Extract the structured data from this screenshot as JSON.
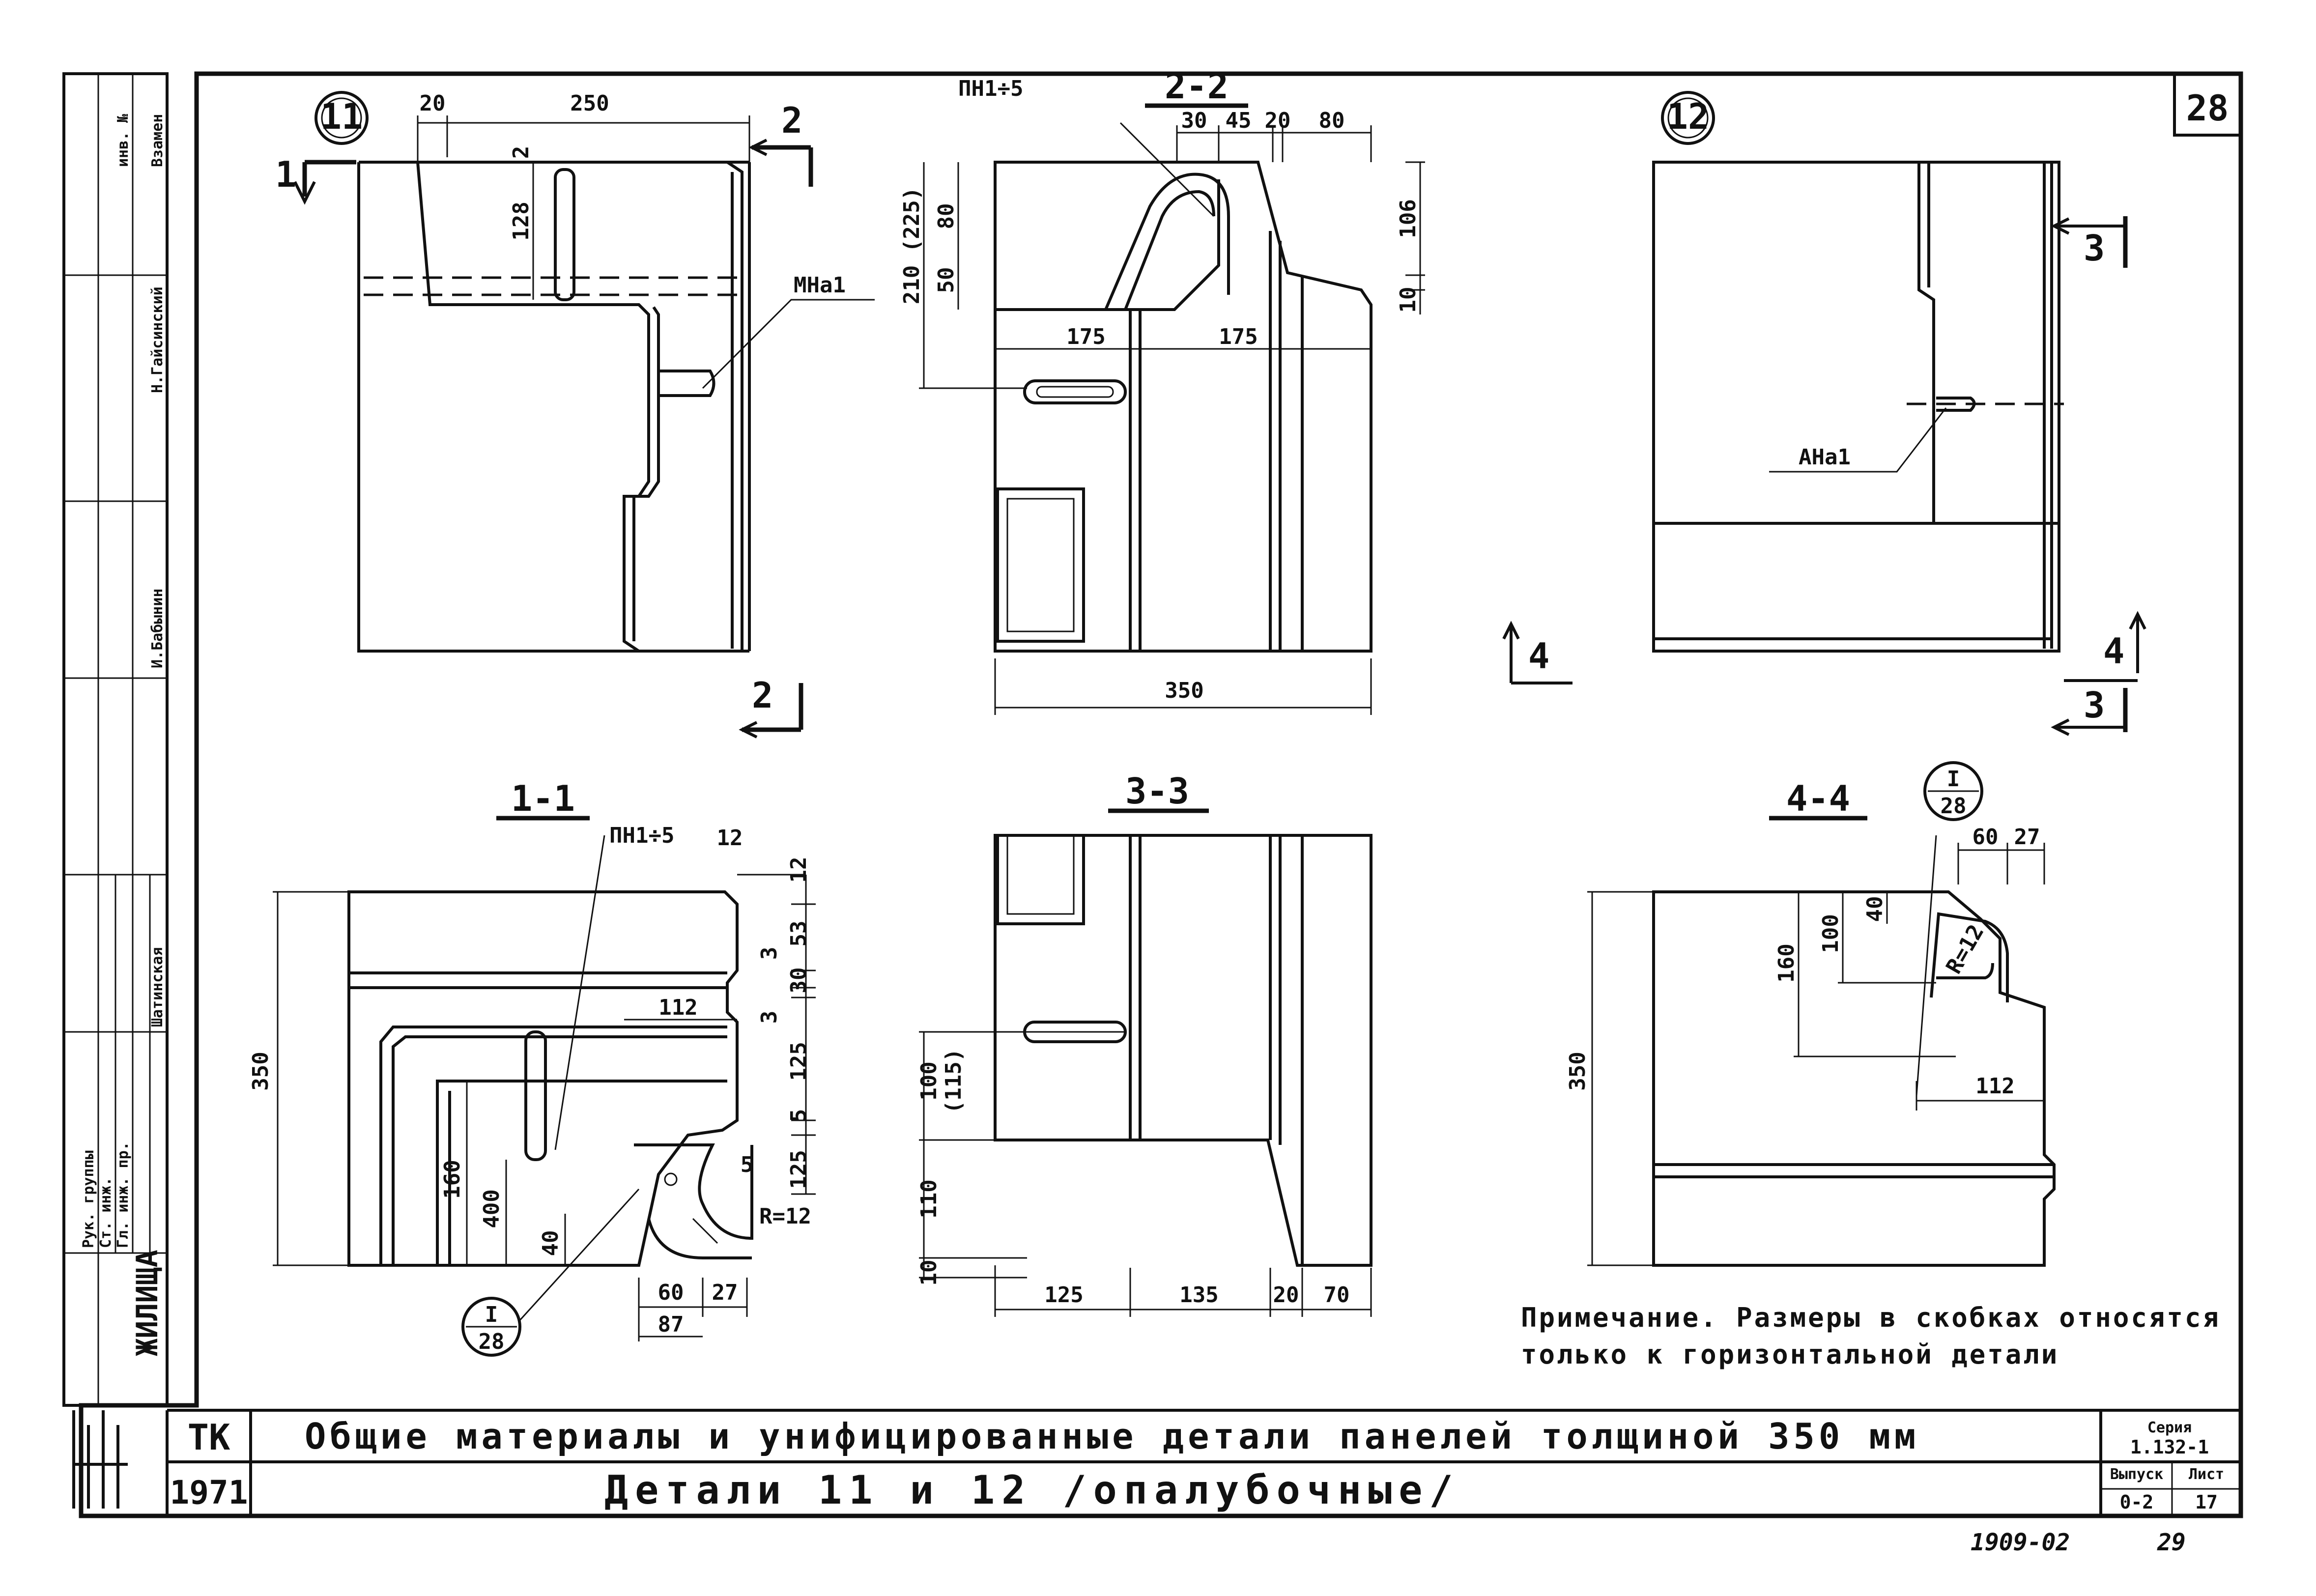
{
  "sheet": {
    "sheet_no": "28",
    "org_code": "ТК",
    "year": "1971",
    "title_main": "Общие материалы и унифицированные детали панелей толщиной 350 мм",
    "title_sub": "Детали 11 и 12 /опалубочные/",
    "series_label": "Серия",
    "series_value": "1.132-1",
    "issue_label": "Выпуск",
    "issue_value": "0-2",
    "sheet_label": "Лист",
    "sheet_value": "17",
    "footer_number": "1909-02",
    "footer_page": "29"
  },
  "side_stamp": {
    "org": "ЖИЛИЩА",
    "rows": [
      "Рук. группы",
      "Ст. инж.",
      "Гл. инж. пр.",
      "Шатинская",
      "Н.Гайсинский",
      "И.Бабынин"
    ],
    "headers": [
      "Взамен",
      "инв. №"
    ]
  },
  "note": {
    "line1": "Примечание. Размеры в скобках относятся",
    "line2": "только к горизонтальной детали"
  },
  "views": {
    "detail11": {
      "marker": "11",
      "dims": [
        "20",
        "250",
        "2",
        "128"
      ],
      "cut_1": "1",
      "cut_2": "2",
      "cut_2b": "2",
      "label_mna": "МНа1"
    },
    "section22": {
      "title": "2-2",
      "label_pn": "ПН1÷5",
      "dims": [
        "30",
        "45",
        "20",
        "80",
        "106",
        "10",
        "210 (225)",
        "80",
        "50",
        "175",
        "175",
        "350"
      ]
    },
    "detail12": {
      "marker": "12",
      "cut_3": "3",
      "cut_3b": "3",
      "cut_4": "4",
      "cut_4b": "4",
      "label_ana": "АНа1"
    },
    "section11": {
      "title": "1-1",
      "label_pn": "ПН1÷5",
      "dims": [
        "12",
        "12",
        "53",
        "3",
        "30",
        "3",
        "112",
        "125",
        "5",
        "350",
        "160",
        "400",
        "40",
        "5",
        "125",
        "R=12",
        "60",
        "27",
        "87"
      ],
      "callout_top": "I",
      "callout_bottom": "28"
    },
    "section33": {
      "title": "3-3",
      "dims": [
        "100",
        "(115)",
        "110",
        "10",
        "125",
        "135",
        "20",
        "70"
      ]
    },
    "section44": {
      "title": "4-4",
      "callout_top": "I",
      "callout_bottom": "28",
      "dims": [
        "60",
        "27",
        "40",
        "100",
        "160",
        "R=12",
        "350",
        "112"
      ]
    }
  }
}
